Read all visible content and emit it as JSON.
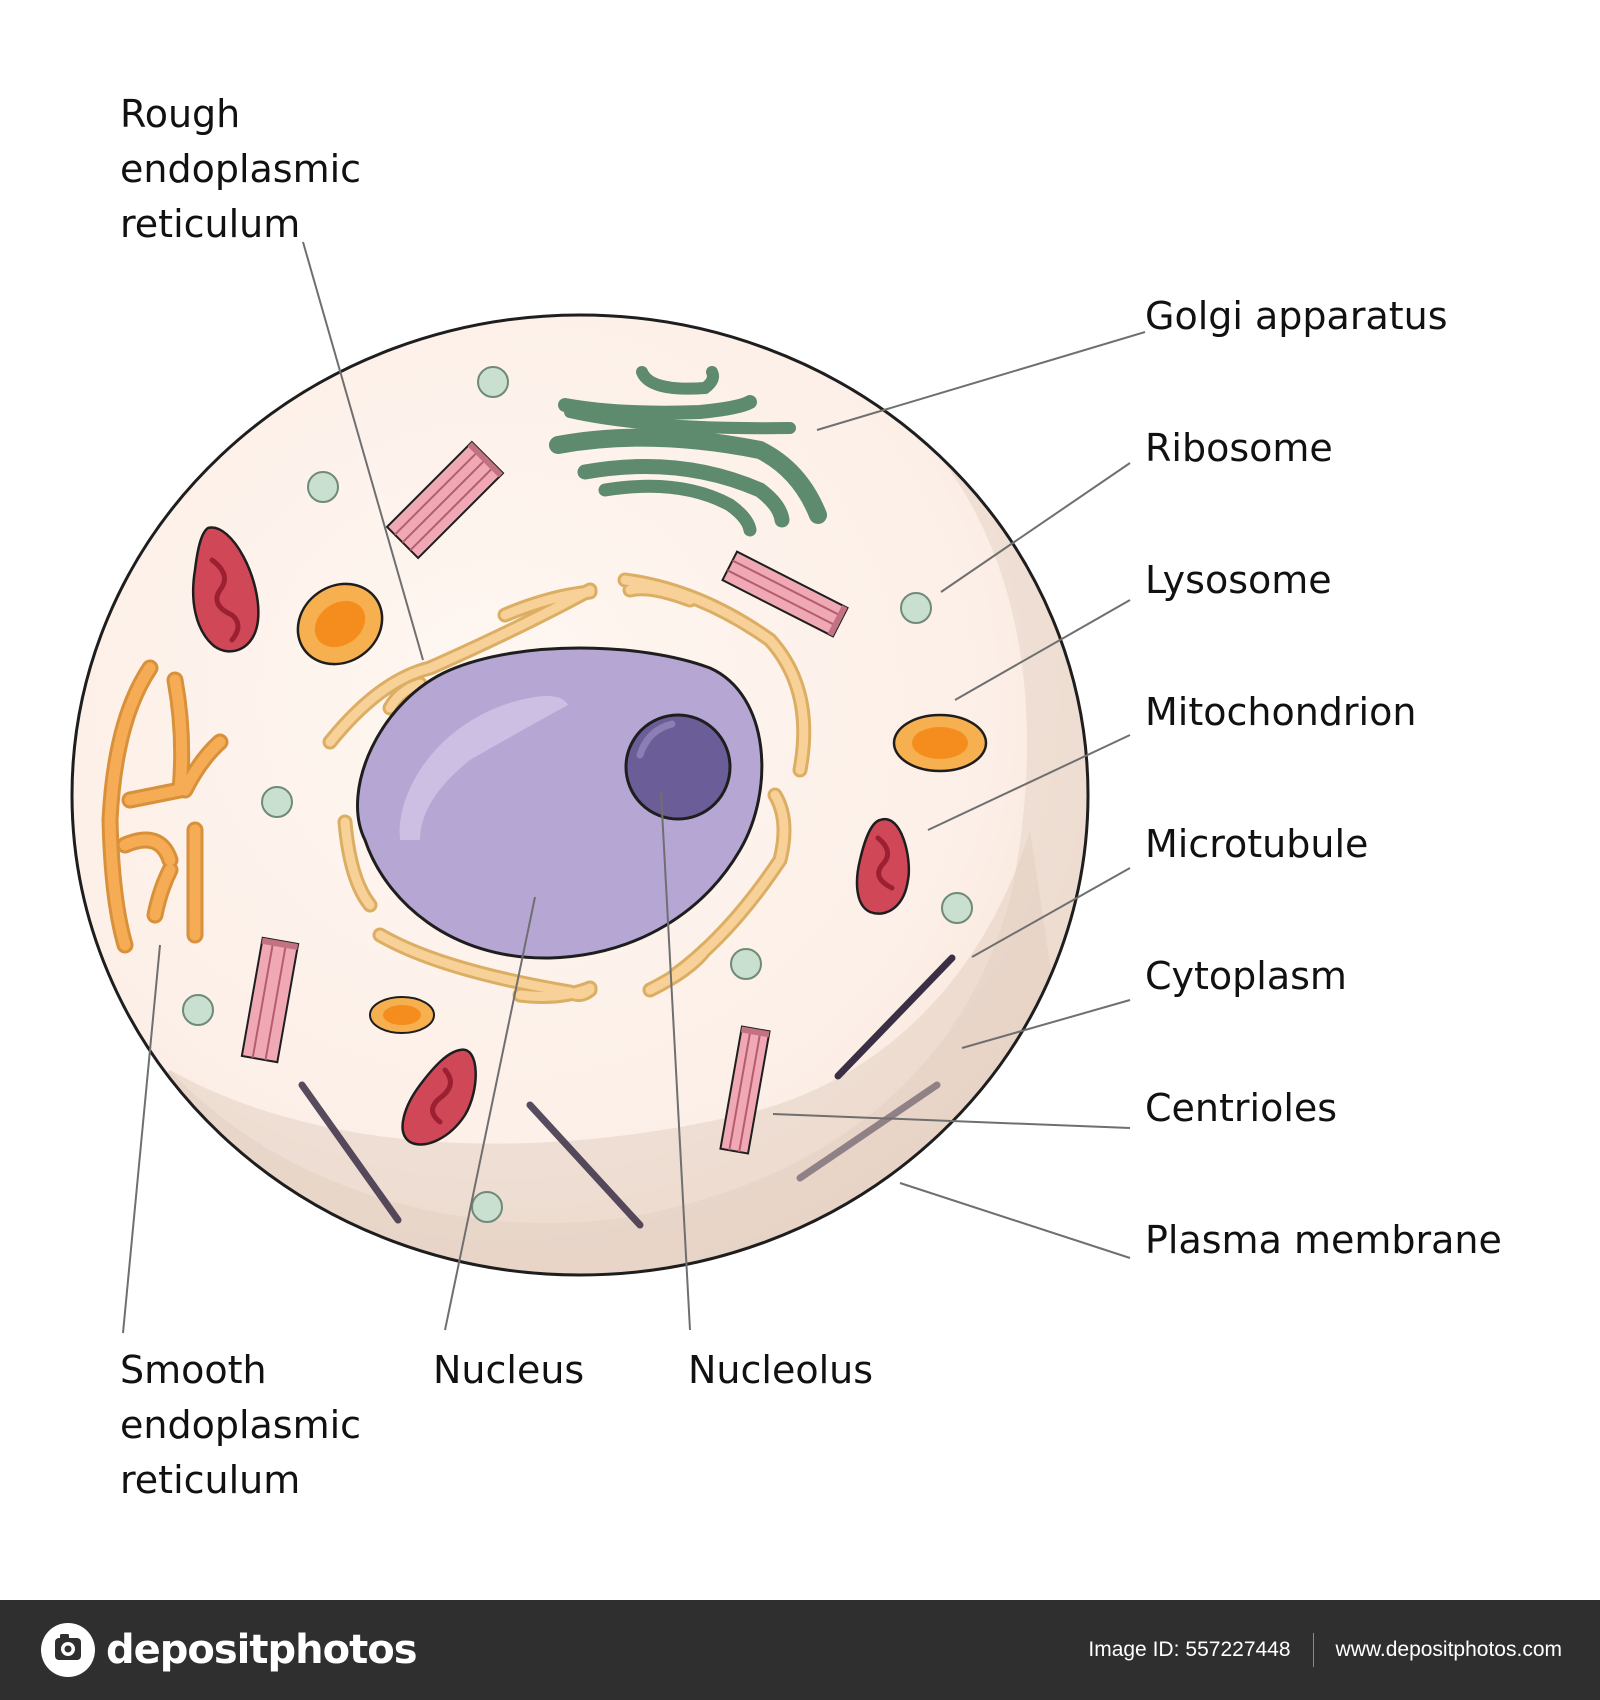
{
  "labels": {
    "rough_er": [
      "Rough",
      "endoplasmic",
      "reticulum"
    ],
    "golgi": "Golgi apparatus",
    "ribosome": "Ribosome",
    "lysosome": "Lysosome",
    "mitochondrion": "Mitochondrion",
    "microtubule": "Microtubule",
    "cytoplasm": "Cytoplasm",
    "centrioles": "Centrioles",
    "plasma_membrane": "Plasma membrane",
    "smooth_er": [
      "Smooth",
      "endoplasmic",
      "reticulum"
    ],
    "nucleus": "Nucleus",
    "nucleolus": "Nucleolus"
  },
  "footer": {
    "brand": "depositphotos",
    "image_id_label": "Image ID:",
    "image_id": "557227448",
    "website": "www.depositphotos.com"
  },
  "colors": {
    "cytoplasm": "#fbeee6",
    "cytoplasm_shade": "#e9d8cc",
    "membrane_outline": "#1e1e1e",
    "nucleus": "#b5a6d4",
    "nucleolus": "#6b5e98",
    "endoplasmic_reticulum": "#f7d198",
    "golgi": "#5e8a6e",
    "mitochondrion": "#d04858",
    "lysosome_outer": "#f6b04f",
    "lysosome_inner": "#f58d1e",
    "ribosome": "#c9dfcf",
    "centriole": "#efa8b4",
    "microtubule": "#3b2f46",
    "footer_bg": "#2f2f2f"
  },
  "icons": {
    "brand_logo": "depositphotos-logo-icon"
  }
}
